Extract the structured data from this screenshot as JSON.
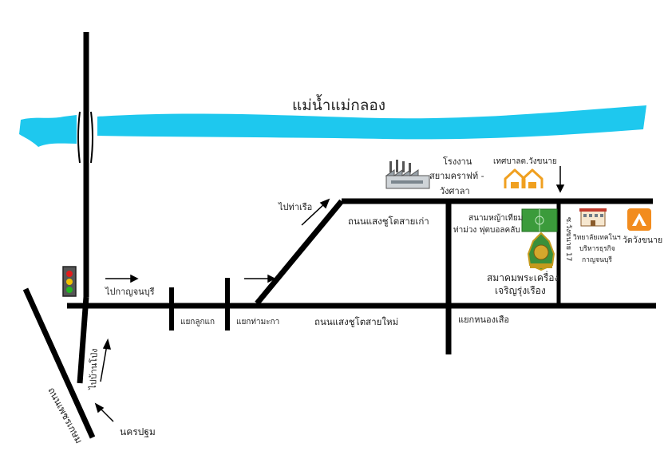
{
  "river": {
    "label": "แม่น้ำแม่กลอง",
    "color": "#1ec8ee"
  },
  "roads": {
    "color": "#000000",
    "old_road": "ถนนแสงชูโตสายเก่า",
    "new_road": "ถนนแสงชูโตสายใหม่",
    "phetkasem": "ถนนเพชรเกษม",
    "soi": "ซ.วังขนาย 17"
  },
  "directions": {
    "to_tha_ruea": "ไปท่าเรือ",
    "to_kanchanaburi": "ไปกาญจนบุรี",
    "to_ban_pong": "ไปบ้านโป่ง",
    "nakhon_pathom": "นครปฐม"
  },
  "intersections": {
    "luk_kae": "แยกลูกแก",
    "tha_makha": "แยกท่ามะกา",
    "nong_suea": "แยกหนองเสือ"
  },
  "landmarks": {
    "factory_line1": "โรงงาน",
    "factory_line2": "สยามคราฟท์ -",
    "factory_line3": "วังศาลา",
    "municipality": "เทศบาลต.วังขนาย",
    "field_line1": "สนามหญ้าเทียม",
    "field_line2": "ท่าม่วง ฟุตบอลคลับ",
    "association_line1": "สมาคมพระเครื่อง",
    "association_line2": "เจริญรุ่งเรือง",
    "college_line1": "วิทยาลัยเทคโนฯ",
    "college_line2": "บริหารธุรกิจ",
    "college_line3": "กาญจนบุรี",
    "temple": "วัดวังขนาย"
  },
  "colors": {
    "association_text": "#1f3fd0",
    "temple_icon": "#f28c1e",
    "municipality_icon": "#f0a020",
    "field": "#2e8b2e",
    "traffic_light_body": "#555555"
  }
}
